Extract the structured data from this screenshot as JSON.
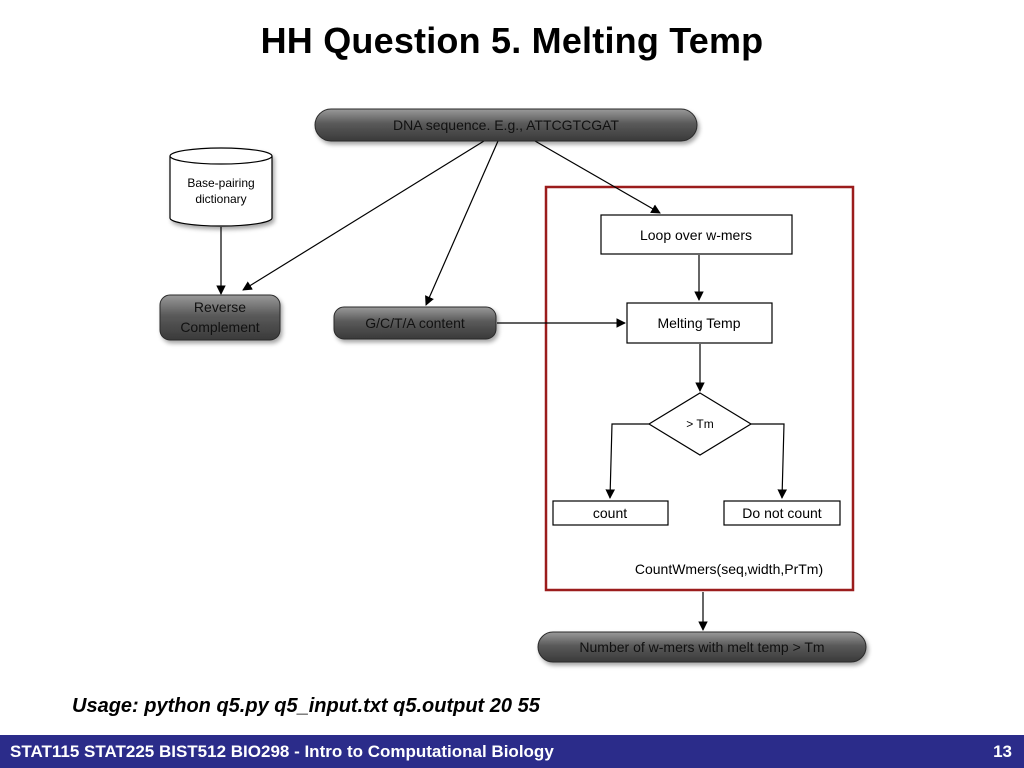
{
  "title": "HH Question 5. Melting Temp",
  "nodes": {
    "dna": "DNA sequence.  E.g., ATTCGTCGAT",
    "dictionary": [
      "Base-pairing",
      "dictionary"
    ],
    "reverse_complement": [
      "Reverse",
      "Complement"
    ],
    "gcta": "G/C/T/A content",
    "loop": "Loop over w-mers",
    "melting": "Melting Temp",
    "decision": "> Tm",
    "count": "count",
    "do_not_count": "Do not count",
    "function_label": "CountWmers(seq,width,PrTm)",
    "output": "Number of w-mers with melt temp > Tm"
  },
  "colors": {
    "frame": "#9b1c1c",
    "footer": "#2b2c8a",
    "pill_dark": "#4a4a4a"
  },
  "usage": "Usage: python q5.py q5_input.txt q5.output 20 55",
  "footer": {
    "course": "STAT115 STAT225 BIST512 BIO298 - Intro to Computational Biology",
    "page": "13"
  }
}
